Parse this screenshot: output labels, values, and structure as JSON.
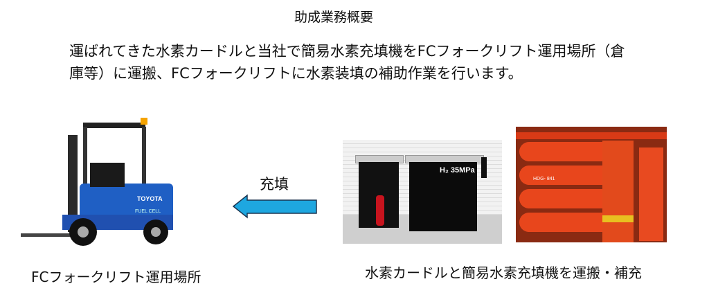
{
  "title": "助成業務概要",
  "description": {
    "line1": "運ばれてきた水素カードルと当社で簡易水素充填機をFCフォークリフト運用場所（倉",
    "line2": "庫等）に運搬、FCフォークリフトに水素装填の補助作業を行います。"
  },
  "arrow_label": "充填",
  "photos": {
    "forklift_text": [
      "TOYOTA",
      "FUEL CELL"
    ],
    "cart_text": "H₂ 35MPa",
    "cylinder_text": "HDG- 841"
  },
  "captions": {
    "left": "FCフォークリフト運用場所",
    "right": "水素カードルと簡易水素充填機を運搬・補充"
  },
  "colors": {
    "arrow": "#1ea7e0",
    "forklift": "#1f5fc4",
    "cylinder": "#e0401a"
  }
}
